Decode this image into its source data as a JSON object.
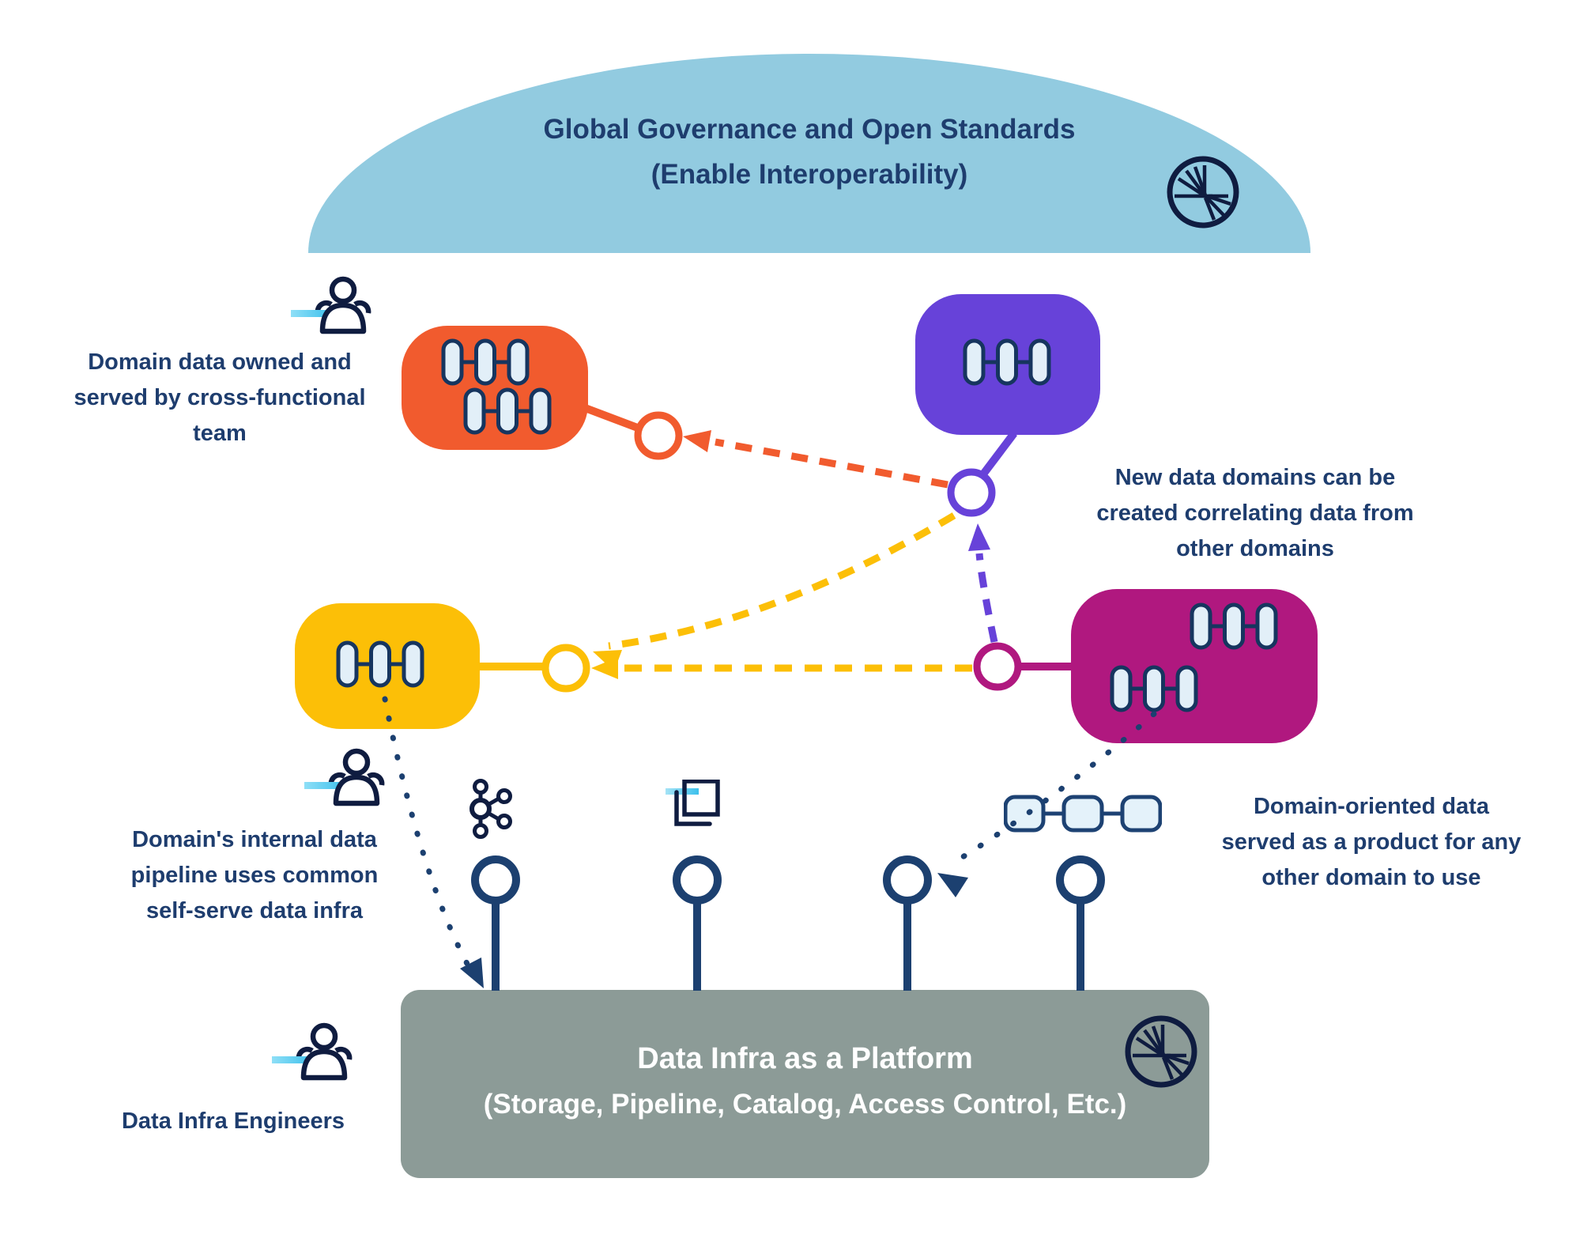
{
  "governance_dome": {
    "line1": "Global Governance and Open Standards",
    "line2": "(Enable Interoperability)"
  },
  "annotations": {
    "cross_functional_team": "Domain data owned and\nserved by cross-functional\nteam",
    "new_data_domains": "New data domains can be\ncreated correlating data from\nother domains",
    "domain_oriented_data": "Domain-oriented data\nserved as a product for any\nother domain to use",
    "internal_pipeline": "Domain's internal data\npipeline uses common\nself-serve data infra",
    "engineers": "Data Infra Engineers"
  },
  "platform": {
    "line1": "Data Infra as a Platform",
    "line2": "(Storage, Pipeline, Catalog, Access Control, Etc.)"
  },
  "domains": [
    {
      "id": "orange-domain",
      "color": "#f15b2e",
      "dataset_icons": 2
    },
    {
      "id": "purple-domain",
      "color": "#6742d9",
      "dataset_icons": 1
    },
    {
      "id": "yellow-domain",
      "color": "#fcbf07",
      "dataset_icons": 1
    },
    {
      "id": "magenta-domain",
      "color": "#b0187f",
      "dataset_icons": 2
    }
  ],
  "colors": {
    "dome_blue": "#92cbe0",
    "navy_text": "#1e3d6e",
    "icon_navy": "#0f1c40",
    "line_navy": "#1c4070",
    "orange": "#f15b2e",
    "purple": "#6742d9",
    "yellow": "#fcbf07",
    "magenta": "#b0187f",
    "platform_gray": "#8c9b97",
    "pill_fill": "#e2eff8",
    "accent_light_blue": "#55c8ed"
  }
}
